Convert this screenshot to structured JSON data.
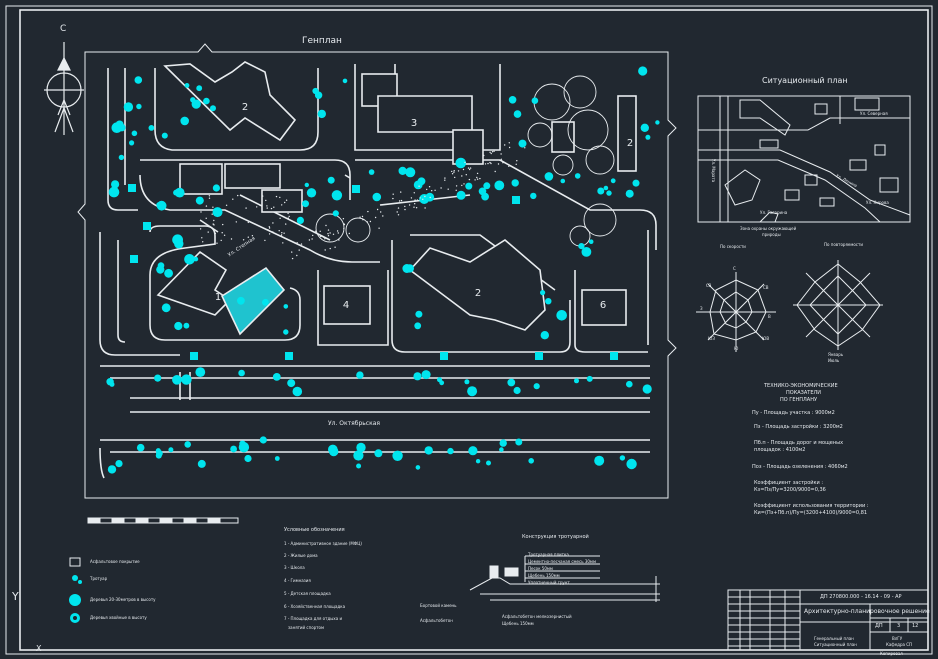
{
  "sheet": {
    "title": "Генплан",
    "street_top": "Ул. Степная",
    "street_bottom": "Ул. Октябрьская",
    "compass_letter": "С",
    "axis_y": "Y",
    "axis_x": "X",
    "watermark": "Копировал",
    "colors": {
      "background": "#212830",
      "lines": "#e8ecef",
      "vegetation": "#00e5ee"
    }
  },
  "buildings": [
    {
      "label": "1"
    },
    {
      "label": "2"
    },
    {
      "label": "2"
    },
    {
      "label": "2"
    },
    {
      "label": "3"
    },
    {
      "label": "4"
    },
    {
      "label": "6"
    }
  ],
  "situational_plan": {
    "title": "Ситуационный план",
    "labels": [
      "Ул. Северная",
      "Ул. Марата",
      "Ул. Ленина",
      "Ул. Гагарина",
      "Ул. Кирова"
    ],
    "note_line1": "Зона охраны окружающей",
    "note_line2": "природы"
  },
  "wind_rose": {
    "speed_title": "По скорости",
    "frequency_title": "По повторяемости",
    "directions": [
      "С",
      "СВ",
      "В",
      "ЮВ",
      "Ю",
      "ЮЗ",
      "З",
      "СЗ"
    ],
    "legend_winter": "Январь",
    "legend_summer": "Июль"
  },
  "tep": {
    "title_line1": "ТЕХНИКО-ЭКОНОМИЧЕСКИЕ",
    "title_line2": "ПОКАЗАТЕЛИ",
    "title_line3": "ПО ГЕНПЛАНУ",
    "area_site": "Пу - Площадь участка : 9000м2",
    "area_built": "Пз - Площадь застройки : 3200м2",
    "area_paved_line1": "Пб.п - Площадь дорог и мощеных",
    "area_paved_line2": "площадок : 4100м2",
    "area_green": "Поз - Площадь озеленения : 4060м2",
    "coef_build_label": "Коэффициент застройки :",
    "coef_build_formula": "Кз=Пз/Пу=3200/9000=0,36",
    "coef_use_label": "Коэффициент использования территории :",
    "coef_use_formula": "Ки=(Пз+Пб.п)/Пу=(3200+4100)/9000=0,81"
  },
  "legend": {
    "title": "Условные обозначения",
    "items": [
      "Асфальтовое покрытие",
      "Тротуар",
      "Деревья 20-30метров в высоту",
      "Деревья хвойные в высоту"
    ]
  },
  "explication": {
    "title": "Условные обозначения",
    "items": [
      "1 - Административное здание (МФЦ)",
      "2 - Жилые дома",
      "3 - Школа",
      "4 - Гимназия",
      "5 - Детская площадка",
      "6 - Хозяйственная площадка",
      "7 - Площадка для отдыха и",
      "занятий спортом"
    ]
  },
  "construction": {
    "title": "Конструкция тротуарной",
    "layers": [
      "Тротуарная плитка",
      "Цементно-песчаная смесь 30мм",
      "Песок 50мм",
      "Щебень 150мм",
      "Уплотненный грунт"
    ],
    "left_notes": [
      "Бортовой камень",
      "Асфальтобетон"
    ],
    "bottom_notes": [
      "Асфальтобетон мелкозернистый",
      "Щебень 150мм"
    ]
  },
  "title_block": {
    "code": "ДП 270800.000 - 16.14 - 09 - АР",
    "project": "Архитектурно-планировочное решение",
    "sheet_name_line1": "Генеральный план",
    "sheet_name_line2": "Ситуационный план",
    "stage": "ДП",
    "sheet_no": "3",
    "sheets_total": "12",
    "org_line1": "ВлГУ",
    "org_line2": "Кафедра СП"
  }
}
